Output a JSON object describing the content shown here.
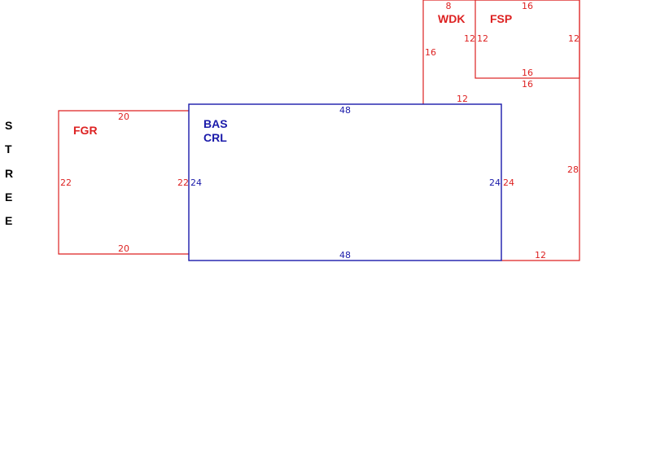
{
  "colors": {
    "red": "#dd2222",
    "blue": "#1a1aaa",
    "black": "#000000"
  },
  "street": [
    "S",
    "T",
    "R",
    "E",
    "E"
  ],
  "areas": {
    "fgr": {
      "label": "FGR",
      "dims": {
        "top": "20",
        "bottom": "20",
        "left": "22",
        "right": "22"
      }
    },
    "bas": {
      "label1": "BAS",
      "label2": "CRL",
      "dims": {
        "top": "48",
        "bottom": "48",
        "left": "24",
        "right": "24"
      }
    },
    "wdk": {
      "label": "WDK",
      "dims": {
        "top": "8",
        "left": "16",
        "right": "12",
        "bottom": "12"
      }
    },
    "fsp": {
      "label": "FSP",
      "dims": {
        "top": "16",
        "bottom": "16",
        "left": "12",
        "right": "12"
      }
    },
    "rear": {
      "dims": {
        "top": "16",
        "right": "28",
        "left": "24",
        "bottom": "12"
      }
    }
  }
}
